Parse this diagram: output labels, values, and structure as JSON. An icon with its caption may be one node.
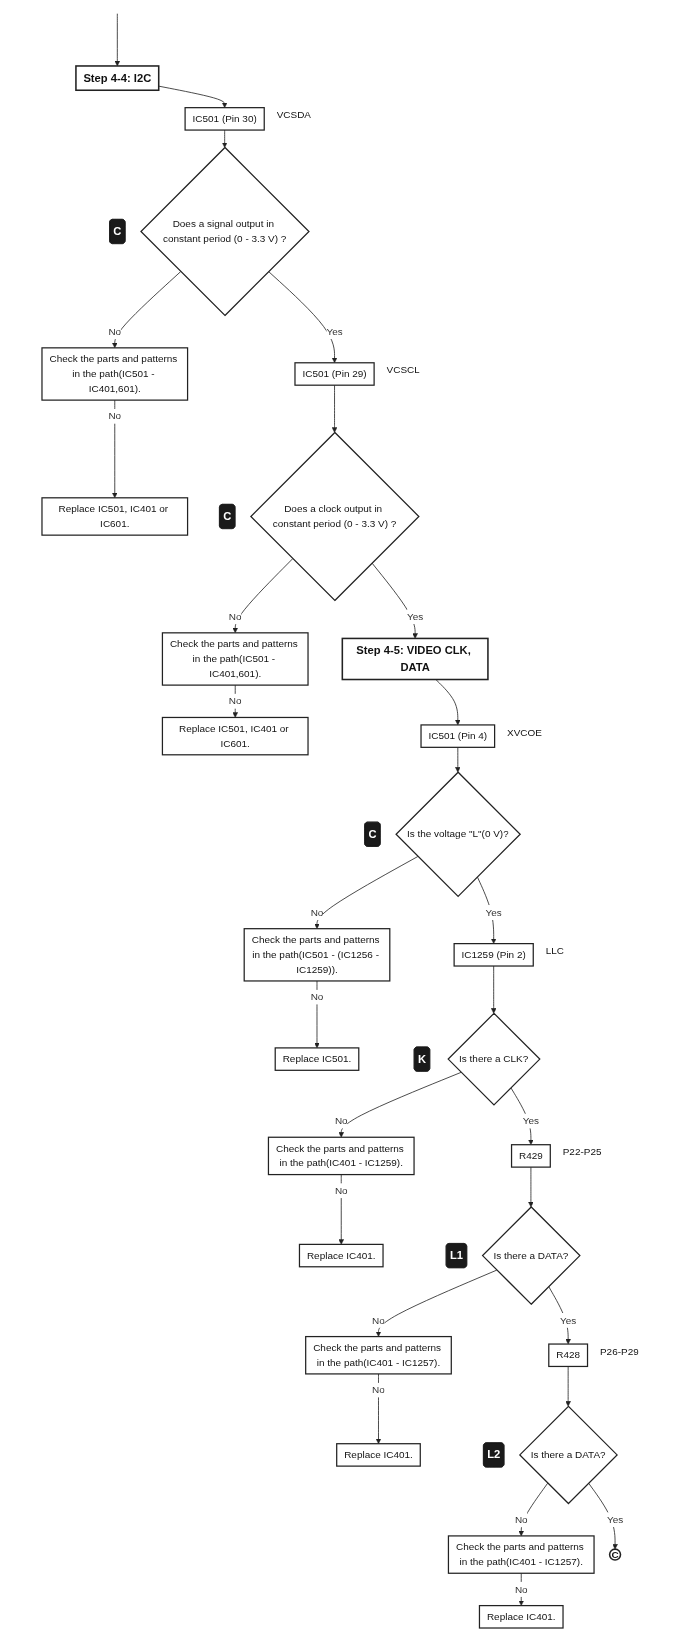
{
  "diagram": {
    "nodes": [
      {
        "text": [
          "Step 4-4: I2C"
        ]
      },
      {
        "text": [
          "IC501 (Pin 30)"
        ],
        "beside": [
          "VCSDA"
        ]
      },
      {
        "text": [
          "C"
        ]
      },
      {
        "text": [
          "Does a signal output in constant period (0 - 3.3 V) ?"
        ]
      },
      {
        "text": [
          "Check the parts and patterns in the path(IC501 - IC401,601)."
        ]
      },
      {
        "text": [
          "Replace IC501, IC401 or IC601."
        ]
      },
      {
        "text": [
          "IC501 (Pin 29)"
        ],
        "beside": [
          "VCSCL"
        ]
      },
      {
        "text": [
          "C"
        ]
      },
      {
        "text": [
          "Does a clock output in constant period (0 - 3.3 V) ?"
        ]
      },
      {
        "text": [
          "Check the parts and patterns in the path(IC501 - IC401,601)."
        ]
      },
      {
        "text": [
          "Replace IC501, IC401 or IC601."
        ]
      },
      {
        "text": [
          "Step 4-5: VIDEO CLK, DATA"
        ]
      },
      {
        "text": [
          "IC501 (Pin 4)"
        ],
        "beside": [
          "XVCOE"
        ]
      },
      {
        "text": [
          "C"
        ]
      },
      {
        "text": [
          "Is the voltage \"L\"(0 V)?"
        ]
      },
      {
        "text": [
          "Check the parts and patterns in the path(IC501 - (IC1256 - IC1259))."
        ]
      },
      {
        "text": [
          "Replace IC501."
        ]
      },
      {
        "text": [
          "IC1259 (Pin 2)"
        ],
        "beside": [
          "LLC"
        ]
      },
      {
        "text": [
          "K"
        ]
      },
      {
        "text": [
          "Is there a CLK?"
        ]
      },
      {
        "text": [
          "Check the parts and patterns in the path(IC401 - IC1259)."
        ]
      },
      {
        "text": [
          "Replace IC401."
        ]
      },
      {
        "text": [
          "R429"
        ],
        "beside": [
          "P22-P25"
        ]
      },
      {
        "text": [
          "L1"
        ]
      },
      {
        "text": [
          "Is there a DATA?"
        ]
      },
      {
        "text": [
          "Check the parts and patterns in the path(IC401 - IC1257)."
        ]
      },
      {
        "text": [
          "Replace IC401."
        ]
      },
      {
        "text": [
          "R428"
        ],
        "beside": [
          "P26-P29"
        ]
      },
      {
        "text": [
          "L2"
        ]
      },
      {
        "text": [
          "Is there a DATA?"
        ]
      },
      {
        "text": [
          "Check the parts and patterns in the path(IC401 - IC1257)."
        ]
      },
      {
        "text": [
          "Replace IC401."
        ]
      },
      {
        "text": [
          "C"
        ]
      }
    ],
    "edges": [
      {
        "from": null,
        "to": 0,
        "arrow": "to"
      },
      {
        "from": 0,
        "to": 1,
        "arrow": "to"
      },
      {
        "from": 1,
        "to": 3,
        "arrow": "to"
      },
      {
        "from": 3,
        "to": 4,
        "arrow": "to",
        "label": "No"
      },
      {
        "from": 4,
        "to": 5,
        "arrow": "to",
        "label": "No"
      },
      {
        "from": 3,
        "to": 6,
        "arrow": "to",
        "label": "Yes"
      },
      {
        "from": 6,
        "to": 8,
        "arrow": "to"
      },
      {
        "from": 8,
        "to": 9,
        "arrow": "to",
        "label": "No"
      },
      {
        "from": 9,
        "to": 10,
        "arrow": "to",
        "label": "No"
      },
      {
        "from": 8,
        "to": 11,
        "arrow": "to",
        "label": "Yes"
      },
      {
        "from": 11,
        "to": 12,
        "arrow": "to"
      },
      {
        "from": 12,
        "to": 14,
        "arrow": "to"
      },
      {
        "from": 14,
        "to": 15,
        "arrow": "to",
        "label": "No"
      },
      {
        "from": 15,
        "to": 16,
        "arrow": "to",
        "label": "No"
      },
      {
        "from": 14,
        "to": 17,
        "arrow": "to",
        "label": "Yes"
      },
      {
        "from": 17,
        "to": 19,
        "arrow": "to"
      },
      {
        "from": 19,
        "to": 20,
        "arrow": "to",
        "label": "No"
      },
      {
        "from": 20,
        "to": 21,
        "arrow": "to",
        "label": "No"
      },
      {
        "from": 19,
        "to": 22,
        "arrow": "to",
        "label": "Yes"
      },
      {
        "from": 22,
        "to": 24,
        "arrow": "to"
      },
      {
        "from": 24,
        "to": 25,
        "arrow": "to",
        "label": "No"
      },
      {
        "from": 25,
        "to": 26,
        "arrow": "to",
        "label": "No"
      },
      {
        "from": 24,
        "to": 27,
        "arrow": "to",
        "label": "Yes"
      },
      {
        "from": 27,
        "to": 29,
        "arrow": "to"
      },
      {
        "from": 29,
        "to": 30,
        "arrow": "to",
        "label": "No"
      },
      {
        "from": 30,
        "to": 31,
        "arrow": "to",
        "label": "No"
      },
      {
        "from": 29,
        "to": 32,
        "arrow": "to",
        "label": "Yes"
      }
    ]
  }
}
